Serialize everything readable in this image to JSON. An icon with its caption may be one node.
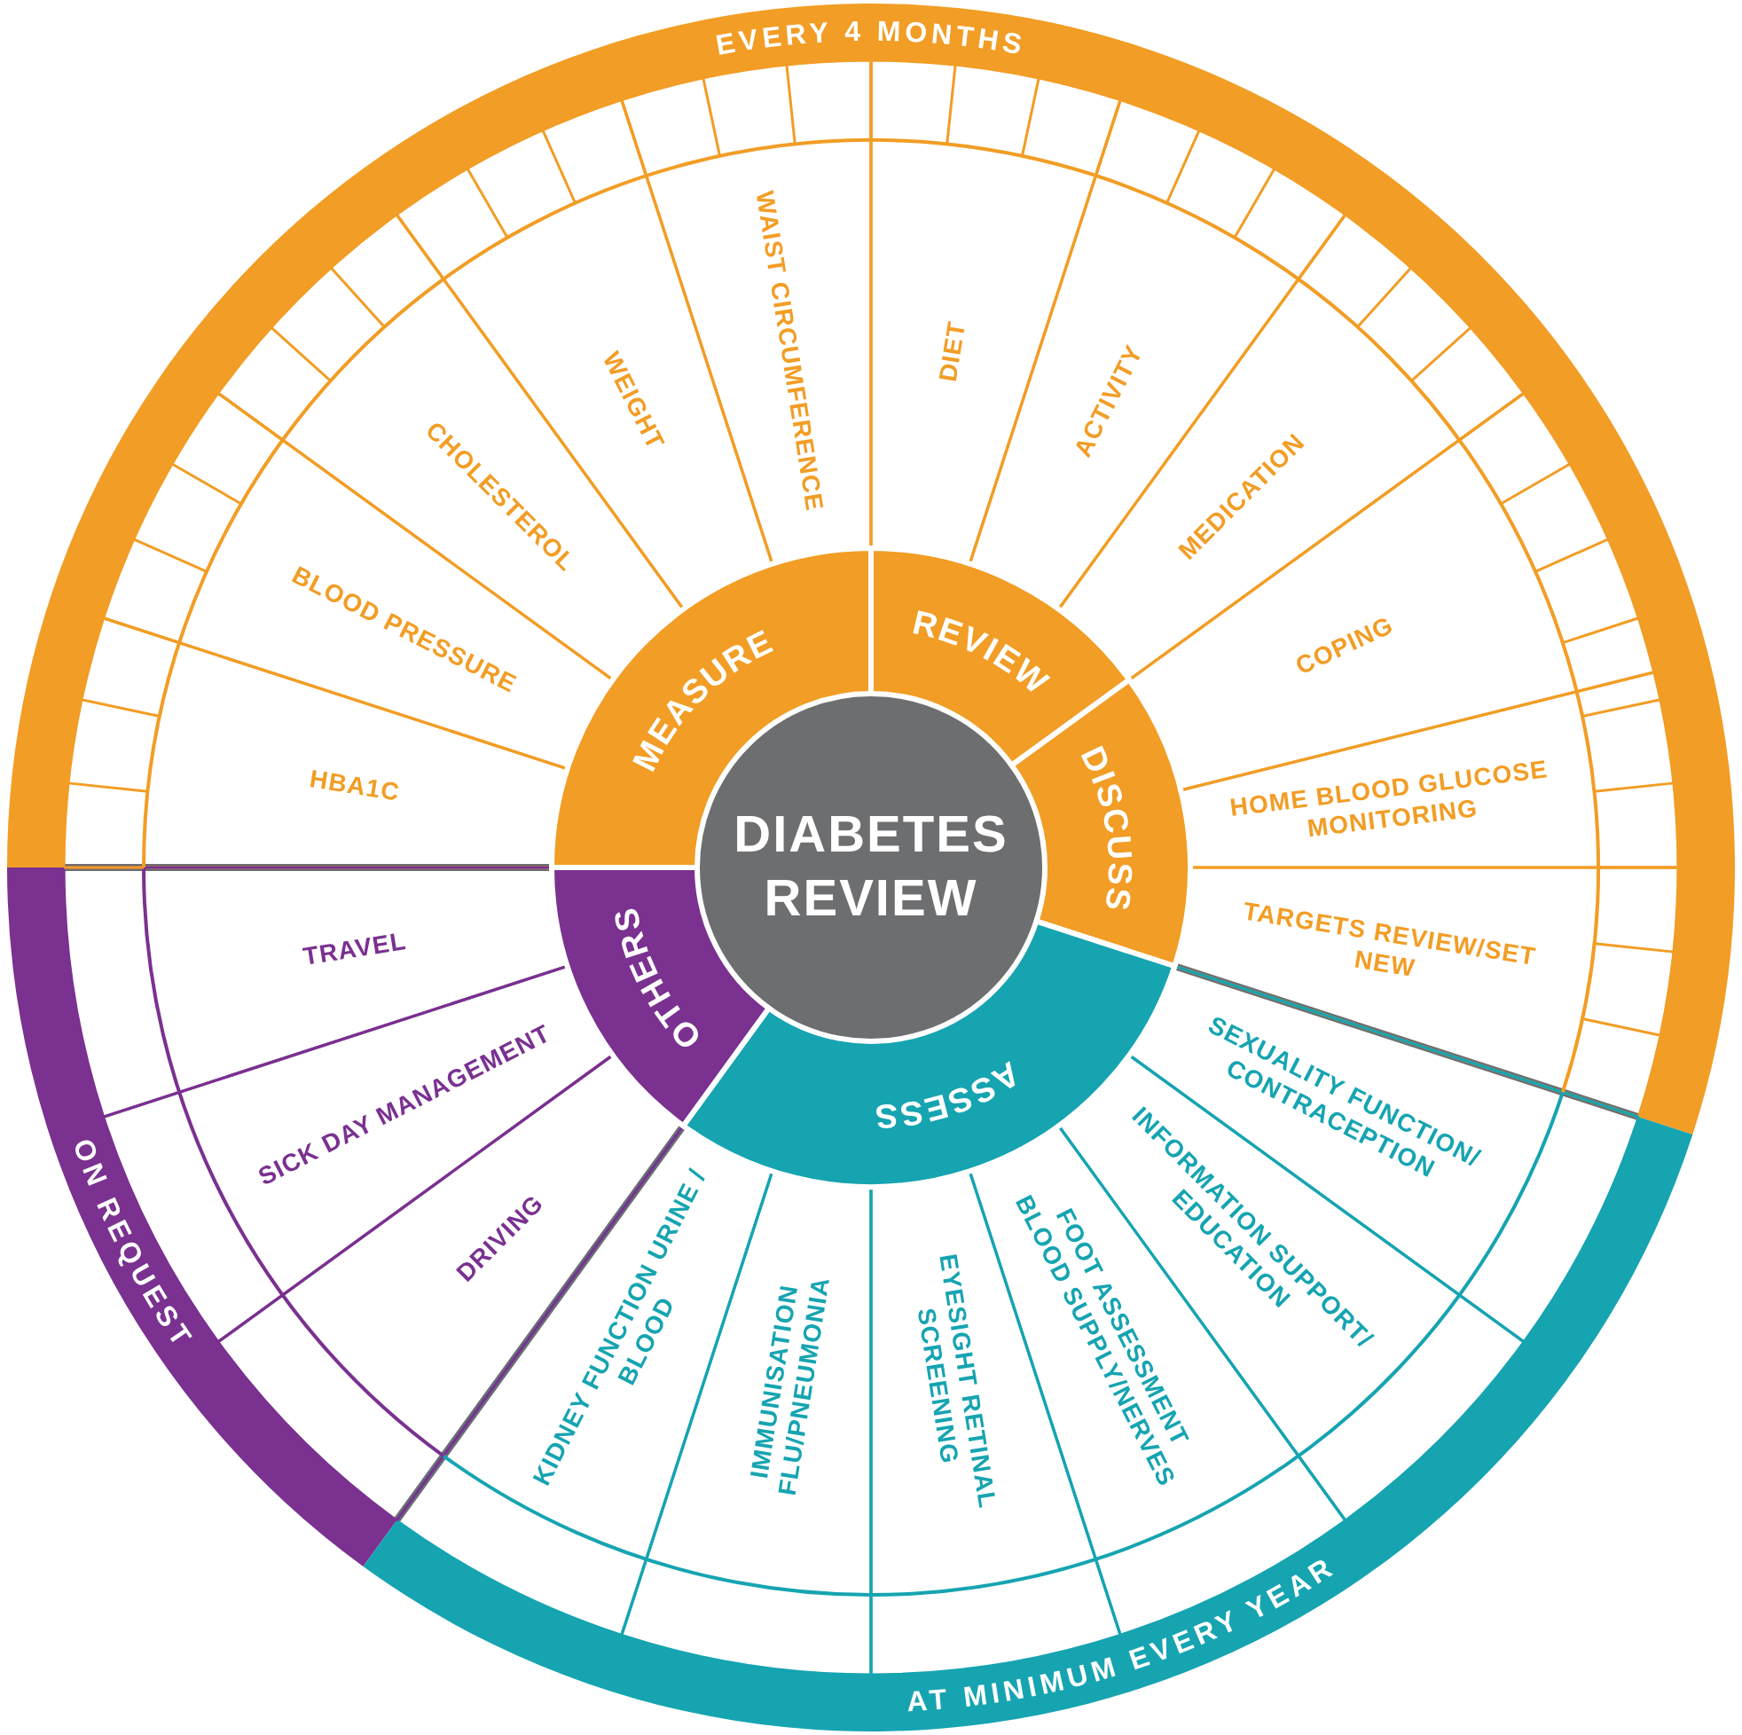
{
  "diagram": {
    "nodes": [
      {
        "text": [
          "EVERY 4 MONTHS"
        ]
      },
      {
        "text": [
          "ON REQUEST"
        ]
      },
      {
        "text": [
          "AT MINIMUM EVERY YEAR"
        ]
      },
      {
        "text": [
          "DIABETES REVIEW"
        ]
      },
      {
        "text": [
          "MEASURE"
        ]
      },
      {
        "text": [
          "REVIEW"
        ]
      },
      {
        "text": [
          "DISCUSS"
        ]
      },
      {
        "text": [
          "ASSESS"
        ]
      },
      {
        "text": [
          "OTHERS"
        ]
      },
      {
        "text": [
          "HBA1C"
        ]
      },
      {
        "text": [
          "BLOOD PRESSURE"
        ]
      },
      {
        "text": [
          "CHOLESTEROL"
        ]
      },
      {
        "text": [
          "WEIGHT"
        ]
      },
      {
        "text": [
          "WAIST CIRCUMFERENCE"
        ]
      },
      {
        "text": [
          "DIET"
        ]
      },
      {
        "text": [
          "ACTIVITY"
        ]
      },
      {
        "text": [
          "MEDICATION"
        ]
      },
      {
        "text": [
          "COPING"
        ]
      },
      {
        "text": [
          "HOME BLOOD GLUCOSE MONITORING"
        ]
      },
      {
        "text": [
          "TARGETS REVIEW/SET NEW"
        ]
      },
      {
        "text": [
          "SEXUALITY FUNCTION/ CONTRACEPTION"
        ]
      },
      {
        "text": [
          "INFORMATION SUPPORT/ EDUCATION"
        ]
      },
      {
        "text": [
          "FOOT ASSESSMENT BLOOD SUPPLY/NERVES"
        ]
      },
      {
        "text": [
          "EYESIGHT RETINAL SCREENING"
        ]
      },
      {
        "text": [
          "IMMUNISATION FLU/PNEUMONIA"
        ]
      },
      {
        "text": [
          "KIDNEY FUNCTION URINE / BLOOD"
        ]
      },
      {
        "text": [
          "TRAVEL"
        ]
      },
      {
        "text": [
          "SICK DAY MANAGEMENT"
        ]
      },
      {
        "text": [
          "DRIVING"
        ]
      }
    ]
  }
}
